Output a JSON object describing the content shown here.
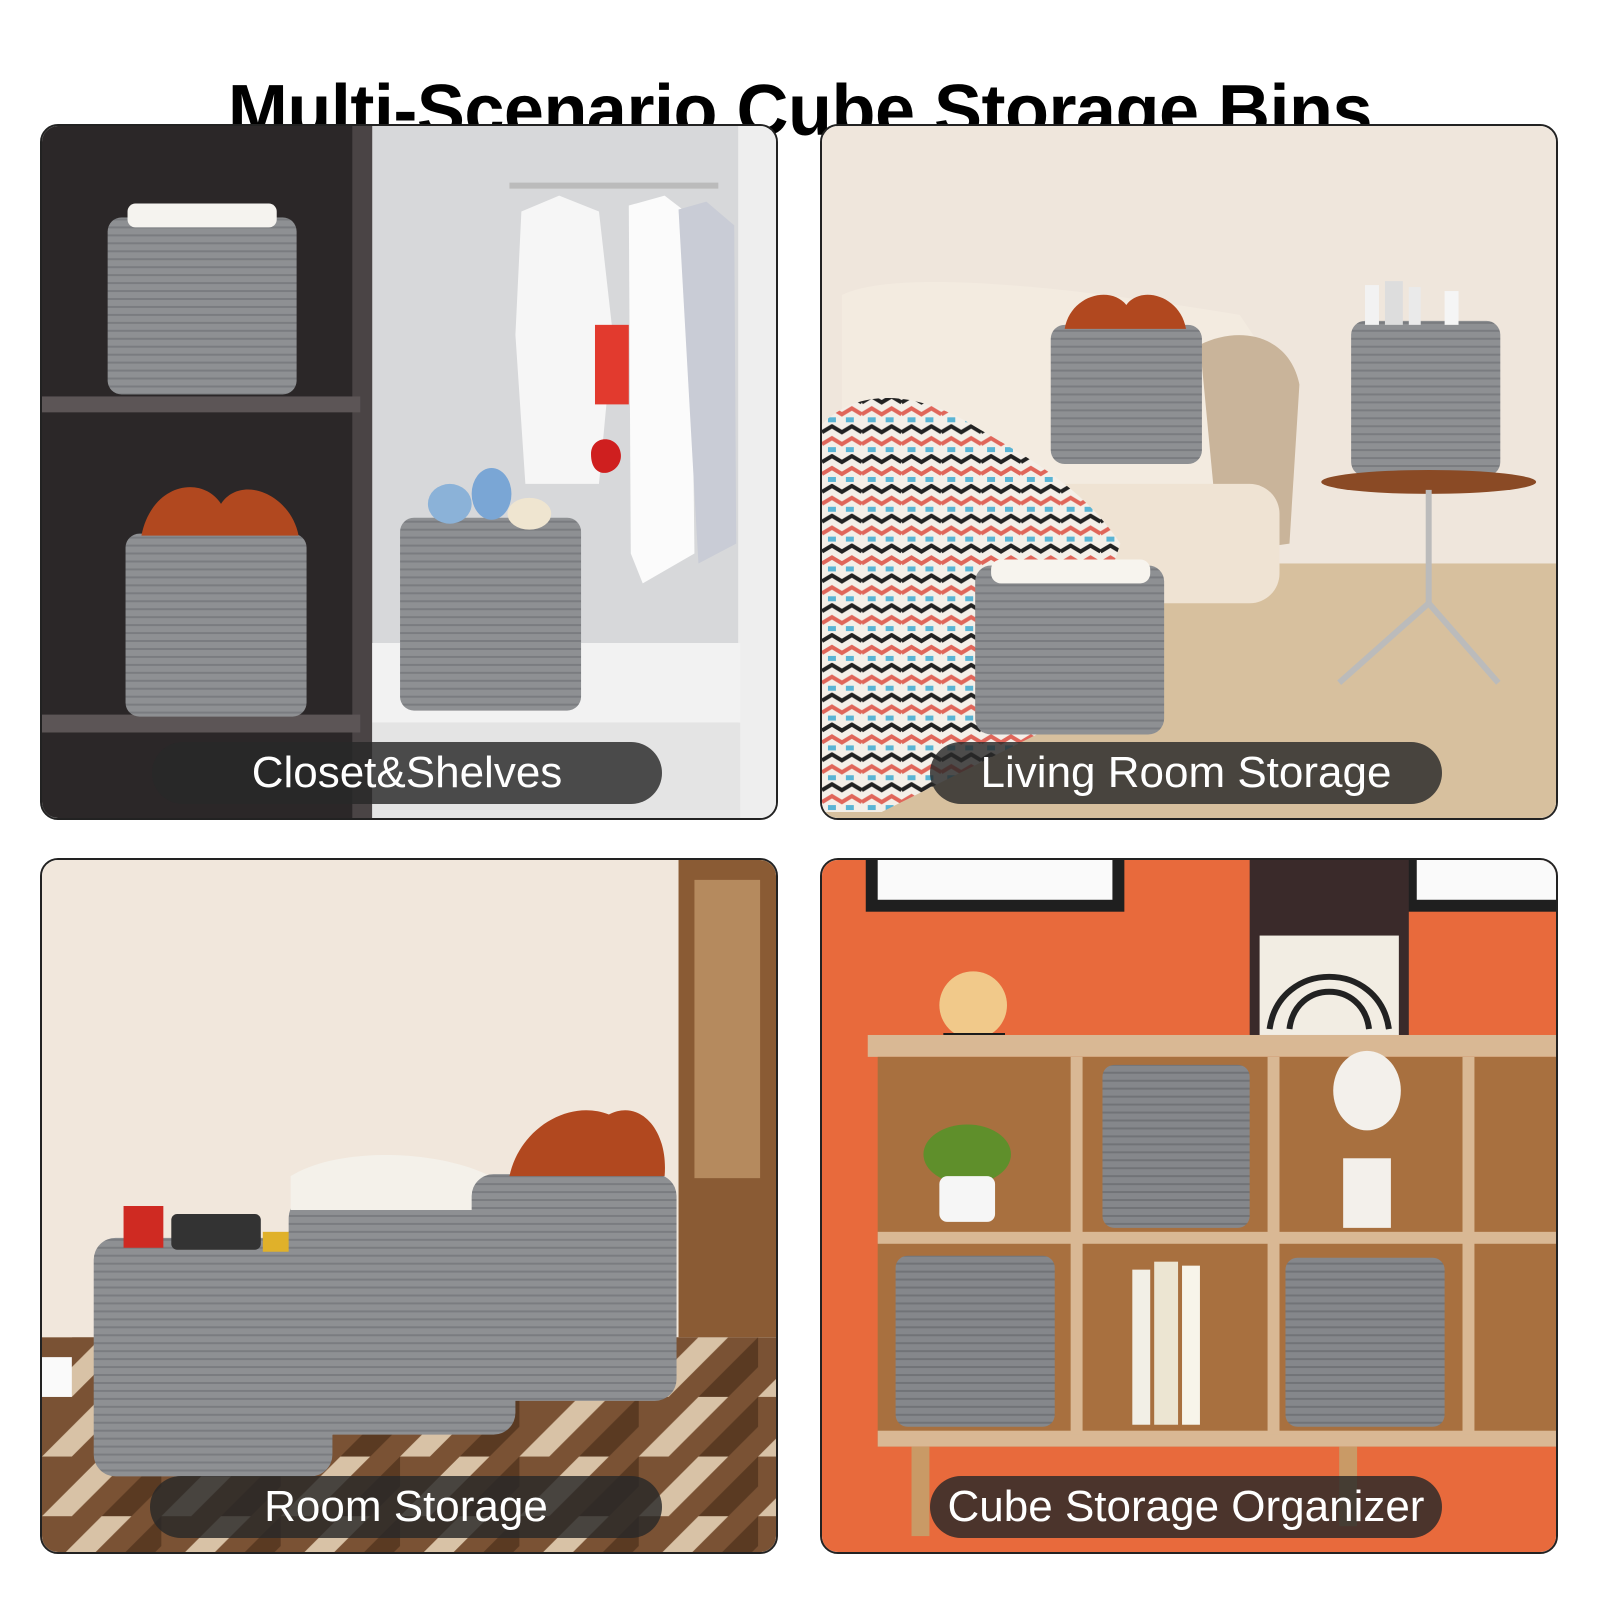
{
  "title": "Multi-Scenario Cube Storage Bins",
  "panels": [
    {
      "caption": "Closet&Shelves"
    },
    {
      "caption": "Living Room Storage"
    },
    {
      "caption": "Room Storage"
    },
    {
      "caption": "Cube Storage Organizer"
    }
  ],
  "colors": {
    "bin_gray": "#8e9093",
    "closet_dark": "#2b2728",
    "living_wall": "#efe6dc",
    "room_wall": "#f1e7dc",
    "organizer_wall": "#e86a3c",
    "shelf_wood": "#b07a48",
    "caption_bg": "#2a2a2a"
  }
}
